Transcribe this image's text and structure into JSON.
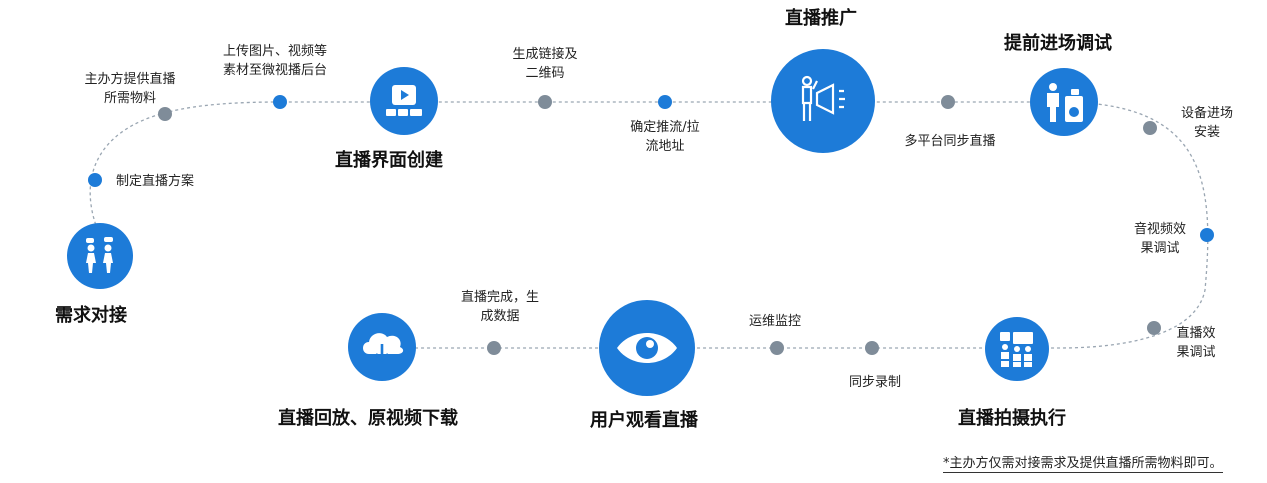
{
  "colors": {
    "primary": "#1d7bd8",
    "path": "#9aa6b2",
    "gray_dot": "#7f8c99"
  },
  "main_steps": [
    {
      "id": "demand",
      "title": "需求对接",
      "icon": "people-talking-icon"
    },
    {
      "id": "ui",
      "title": "直播界面创建",
      "icon": "play-screen-icon"
    },
    {
      "id": "promo",
      "title": "直播推广",
      "icon": "megaphone-icon"
    },
    {
      "id": "setup",
      "title": "提前进场调试",
      "icon": "technician-icon"
    },
    {
      "id": "shoot",
      "title": "直播拍摄执行",
      "icon": "camera-crew-icon"
    },
    {
      "id": "watch",
      "title": "用户观看直播",
      "icon": "eye-icon"
    },
    {
      "id": "replay",
      "title": "直播回放、原视频下载",
      "icon": "cloud-download-icon"
    }
  ],
  "sub_steps": [
    {
      "id": "plan",
      "text": "制定直播方案"
    },
    {
      "id": "materials",
      "lines": [
        "主办方提供直播",
        "所需物料"
      ]
    },
    {
      "id": "upload",
      "lines": [
        "上传图片、视频等",
        "素材至微视播后台"
      ]
    },
    {
      "id": "link",
      "lines": [
        "生成链接及",
        "二维码"
      ]
    },
    {
      "id": "stream",
      "lines": [
        "确定推流/拉",
        "流地址"
      ]
    },
    {
      "id": "multi",
      "text": "多平台同步直播"
    },
    {
      "id": "install",
      "lines": [
        "设备进场",
        "安装"
      ]
    },
    {
      "id": "av",
      "lines": [
        "音视频效",
        "果调试"
      ]
    },
    {
      "id": "effect",
      "lines": [
        "直播效",
        "果调试"
      ]
    },
    {
      "id": "record",
      "text": "同步录制"
    },
    {
      "id": "monitor",
      "text": "运维监控"
    },
    {
      "id": "data",
      "lines": [
        "直播完成，生",
        "成数据"
      ]
    }
  ],
  "footnote": "*主办方仅需对接需求及提供直播所需物料即可。"
}
